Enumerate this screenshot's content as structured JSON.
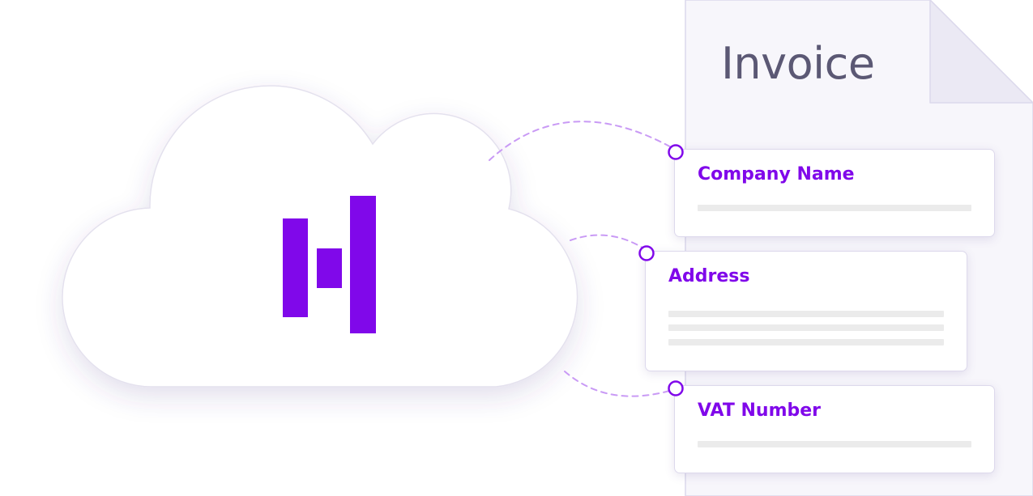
{
  "invoice": {
    "title": "Invoice"
  },
  "fields": [
    {
      "label": "Company Name",
      "placeholder_lines": 1
    },
    {
      "label": "Address",
      "placeholder_lines": 3
    },
    {
      "label": "VAT Number",
      "placeholder_lines": 1
    }
  ],
  "icons": {
    "cloud": "cloud-icon",
    "logo": "bar-logo-icon",
    "connector": "connector-node-icon"
  },
  "colors": {
    "accent": "#8008ea",
    "connector": "#c99af5",
    "title_text": "#5b5874",
    "document_fill": "#f7f6fb",
    "document_border": "#dcd9ec",
    "placeholder": "#ebebeb"
  }
}
